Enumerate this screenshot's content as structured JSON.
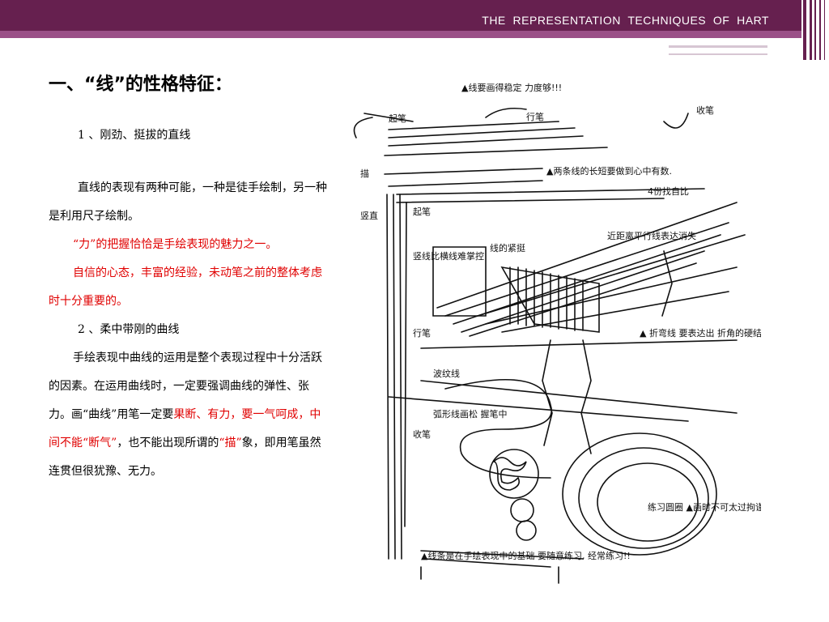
{
  "header": {
    "title": "THE  REPRESENTATION  TECHNIQUES  OF  HART"
  },
  "heading": "一、“线”的性格特征：",
  "section1": {
    "title": "1 、刚劲、挺拔的直线",
    "p1": "直线的表现有两种可能，一种是徒手绘制，另一种是利用尺子绘制。",
    "red1": "“力”的把握恰恰是手绘表现的魅力之一。",
    "red2": "自信的心态，丰富的经验，未动笔之前的整体考虑时十分重要的。"
  },
  "section2": {
    "title": "2 、柔中带刚的曲线",
    "p_a": "手绘表现中曲线的运用是整个表现过程中十分活跃的因素。在运用曲线时，一定要强调曲线的弹性、张力。画“曲线”用笔一定要",
    "p_red": "果断、有力，要一气呵成，中间不能“断气”",
    "p_b": "，也不能出现所谓的",
    "p_red2": "“描”",
    "p_c": "象，即用笔虽然连贯但很犹豫、无力。"
  },
  "sketch": {
    "labels": {
      "top_note": "▲线要画得稳定 力度够!!!",
      "qibi": "起笔",
      "xingbi": "行笔",
      "shoubi": "收笔",
      "miao": "描",
      "note_ratio": "▲两条线的长短要做到心中有数.",
      "note_ratio2": "4份找自比",
      "shuzhi": "竖直",
      "qibi2": "起笔",
      "shuxian": "竖线比横线难掌控",
      "xianjinzhi": "线的紧挺",
      "jinju": "近距离平行线表达消失",
      "xingbi2": "行笔",
      "zhexian": "▲ 折弯线 要表达出 折角的硬结",
      "bolang": "波纹线",
      "huxian": "弧形线画松 握笔中",
      "shoubi2": "收笔",
      "luanxian": "练习圆圈 ▲画时不可太过拘谨",
      "bottom_note": "▲线条是在手绘表现中的基础 要随意练习, 经常练习!!"
    }
  }
}
